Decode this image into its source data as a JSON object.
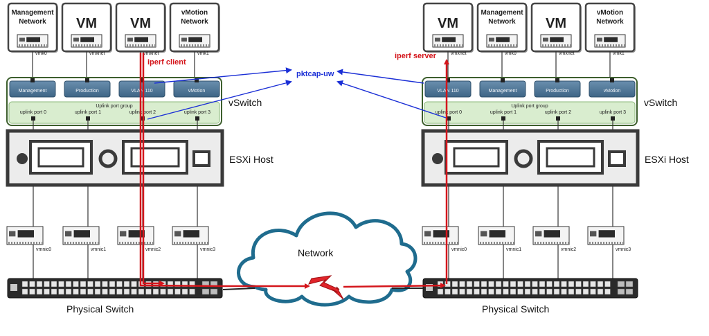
{
  "left": {
    "boxes": [
      {
        "line1": "Management",
        "line2": "Network",
        "nic": "vmk0"
      },
      {
        "line1": "VM",
        "line2": "",
        "nic": "vmxnet"
      },
      {
        "line1": "VM",
        "line2": "",
        "nic": "vmxnet"
      },
      {
        "line1": "vMotion",
        "line2": "Network",
        "nic": "vmk1"
      }
    ],
    "portgroups": [
      "Management",
      "Production",
      "VLAN 110",
      "vMotion"
    ],
    "uplink_group": "Uplink port group",
    "uplinks": [
      "uplink port 0",
      "uplink port 1",
      "uplink port 2",
      "uplink port 3"
    ],
    "vmnics": [
      "vmnic0",
      "vmnic1",
      "vmnic2",
      "vmnic3"
    ],
    "vswitch_label": "vSwitch",
    "host_label": "ESXi Host",
    "switch_label": "Physical Switch",
    "flow_label": "iperf client"
  },
  "right": {
    "boxes": [
      {
        "line1": "VM",
        "line2": "",
        "nic": "vmxnet"
      },
      {
        "line1": "Management",
        "line2": "Network",
        "nic": "vmk0"
      },
      {
        "line1": "VM",
        "line2": "",
        "nic": "vmxnet"
      },
      {
        "line1": "vMotion",
        "line2": "Network",
        "nic": "vmk1"
      }
    ],
    "portgroups": [
      "VLAN 110",
      "Management",
      "Production",
      "vMotion"
    ],
    "uplink_group": "Uplink port group",
    "uplinks": [
      "uplink port 0",
      "uplink port 1",
      "uplink port 2",
      "uplink port 3"
    ],
    "vmnics": [
      "vmnic0",
      "vmnic1",
      "vmnic2",
      "vmnic3"
    ],
    "vswitch_label": "vSwitch",
    "host_label": "ESXi Host",
    "switch_label": "Physical Switch",
    "flow_label": "iperf server"
  },
  "center": {
    "capture_tool": "pktcap-uw",
    "network_label": "Network"
  },
  "colors": {
    "portgroup": "#4a7294",
    "uplink_bar": "#d9edcf",
    "vswitch_border": "#3d5f2d",
    "traffic": "#d4151b",
    "capture": "#1b2fd6",
    "cloud": "#1f6c8e"
  }
}
